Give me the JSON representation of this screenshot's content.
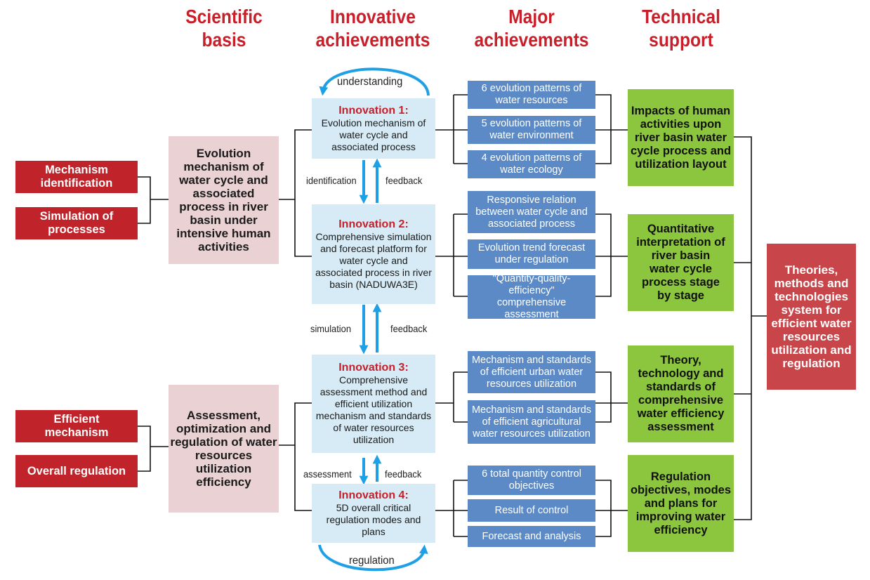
{
  "headers": {
    "scientific_basis": "Scientific basis",
    "innovative_achievements": "Innovative achievements",
    "major_achievements": "Major achievements",
    "technical_support": "Technical support"
  },
  "left_boxes": {
    "mechanism_identification": "Mechanism identification",
    "simulation_of_processes": "Simulation of processes",
    "efficient_mechanism": "Efficient mechanism",
    "overall_regulation": "Overall regulation"
  },
  "basis_boxes": {
    "evolution": "Evolution mechanism of water cycle and associated process in river basin under intensive human activities",
    "assessment": "Assessment, optimization and regulation of water resources utilization efficiency"
  },
  "innovations": [
    {
      "title": "Innovation 1:",
      "text": "Evolution mechanism of water cycle and associated process"
    },
    {
      "title": "Innovation 2:",
      "text": "Comprehensive simulation and forecast platform for water cycle and associated process in river basin (NADUWA3E)"
    },
    {
      "title": "Innovation 3:",
      "text": "Comprehensive assessment method and efficient utilization mechanism and standards of water resources utilization"
    },
    {
      "title": "Innovation 4:",
      "text": "5D overall critical regulation modes and plans"
    }
  ],
  "flow_labels": {
    "understanding": "understanding",
    "identification": "identification",
    "feedback_1": "feedback",
    "simulation": "simulation",
    "feedback_2": "feedback",
    "assessment": "assessment",
    "feedback_3": "feedback",
    "regulation": "regulation"
  },
  "major_achievements": [
    "6 evolution patterns of water resources",
    "5 evolution patterns of water environment",
    "4 evolution patterns of water ecology",
    "Responsive relation between water cycle and associated process",
    "Evolution trend forecast under regulation",
    "\"Quantity-quality-efficiency\" comprehensive assessment",
    "Mechanism and standards of efficient urban water resources utilization",
    "Mechanism and standards of efficient agricultural water resources utilization",
    "6 total quantity control objectives",
    "Result of control",
    "Forecast and analysis"
  ],
  "technical_support": [
    "Impacts of human activities upon river basin water cycle process and utilization layout",
    "Quantitative interpretation of river basin water cycle process stage by stage",
    "Theory, technology and standards of comprehensive water efficiency assessment",
    "Regulation objectives, modes and plans for improving water efficiency"
  ],
  "final_box": "Theories, methods and technologies system for efficient water resources utilization and regulation",
  "colors": {
    "header_red": "#c8202b",
    "left_red": "#c0232a",
    "basis_pink": "#ead1d3",
    "innovation_light_blue": "#d6ebf5",
    "achievement_blue": "#5b8ac6",
    "support_green": "#8cc63f",
    "final_red": "#c8454a",
    "arrow_blue": "#1ea0e6"
  }
}
